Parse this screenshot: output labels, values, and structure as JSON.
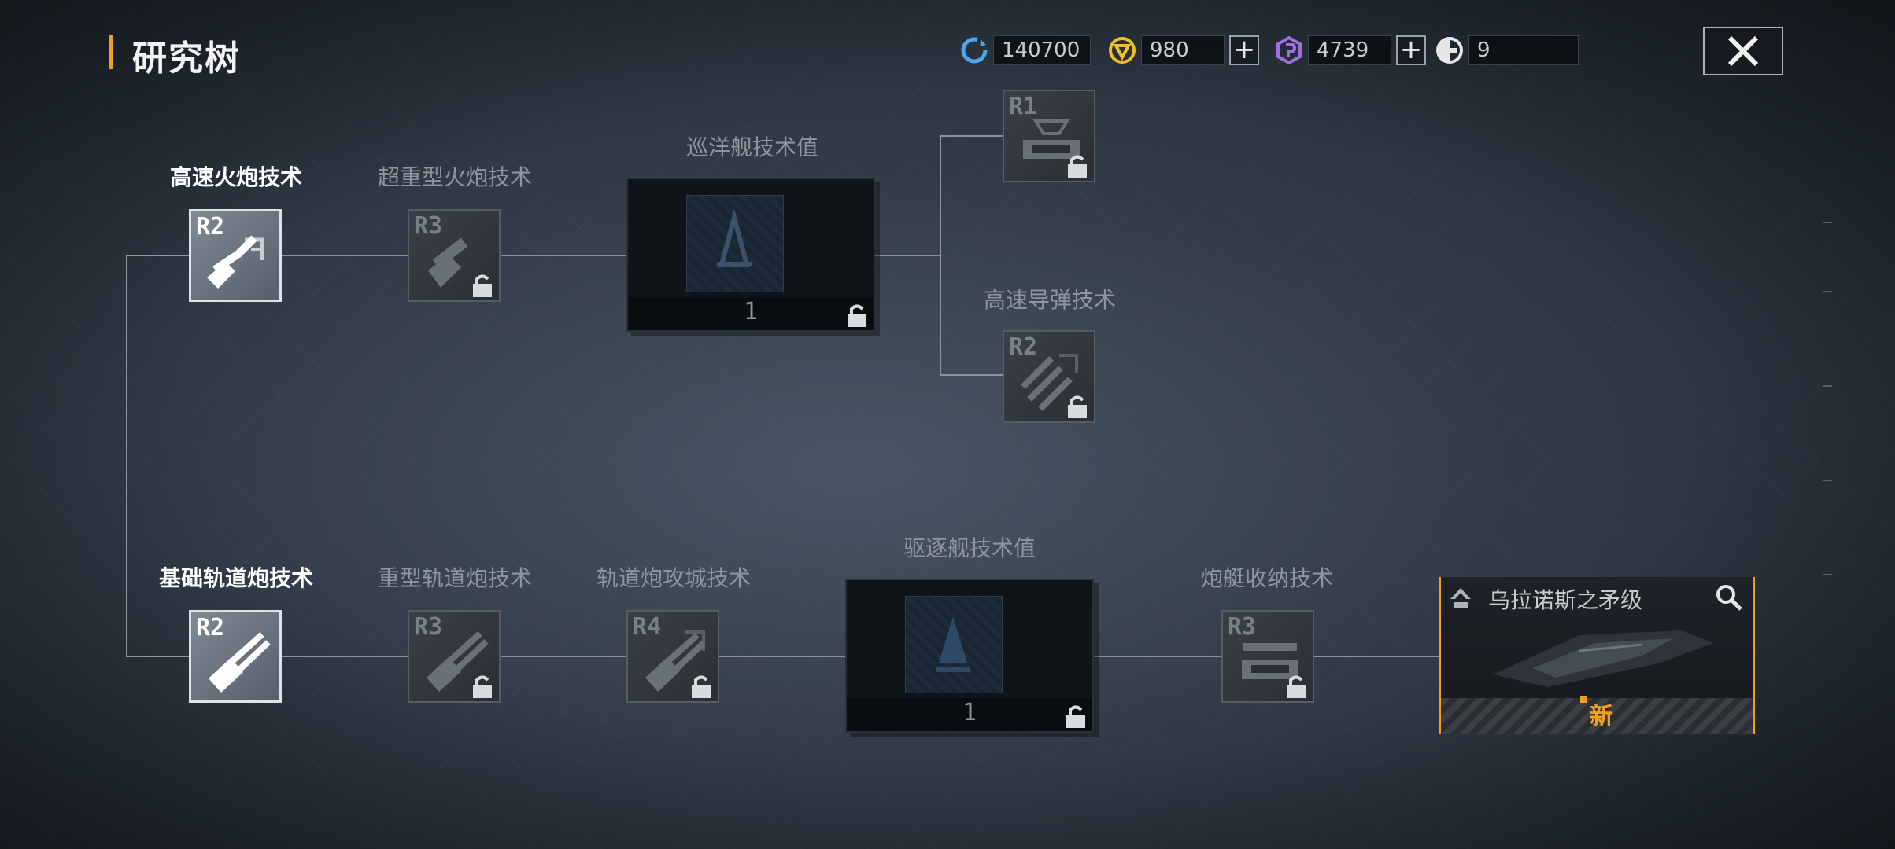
{
  "header": {
    "title": "研究树",
    "resources": [
      {
        "icon": "refresh-credit-icon",
        "value": "140700",
        "color": "#4aa8e8"
      },
      {
        "icon": "gold-coin-icon",
        "value": "980",
        "color": "#f0c020"
      },
      {
        "icon": "purple-crystal-icon",
        "value": "4739",
        "color": "#a070e0"
      },
      {
        "icon": "half-circle-token-icon",
        "value": "9",
        "color": "#e6e6e6"
      }
    ],
    "plus_label": "+"
  },
  "nodes": {
    "high_speed_cannon": {
      "label": "高速火炮技术",
      "rank": "R2"
    },
    "super_heavy_cannon": {
      "label": "超重型火炮技术",
      "rank": "R3"
    },
    "cruiser_tech_value": {
      "label": "巡洋舰技术值",
      "count": "1"
    },
    "r1_carrier": {
      "rank": "R1"
    },
    "high_speed_missile": {
      "label": "高速导弹技术",
      "rank": "R2"
    },
    "basic_railgun": {
      "label": "基础轨道炮技术",
      "rank": "R2"
    },
    "heavy_railgun": {
      "label": "重型轨道炮技术",
      "rank": "R3"
    },
    "railgun_siege": {
      "label": "轨道炮攻城技术",
      "rank": "R4"
    },
    "destroyer_tech_value": {
      "label": "驱逐舰技术值",
      "count": "1"
    },
    "gunboat_storage": {
      "label": "炮艇收纳技术",
      "rank": "R3"
    }
  },
  "ship": {
    "name": "乌拉诺斯之矛级",
    "badge": "新"
  }
}
